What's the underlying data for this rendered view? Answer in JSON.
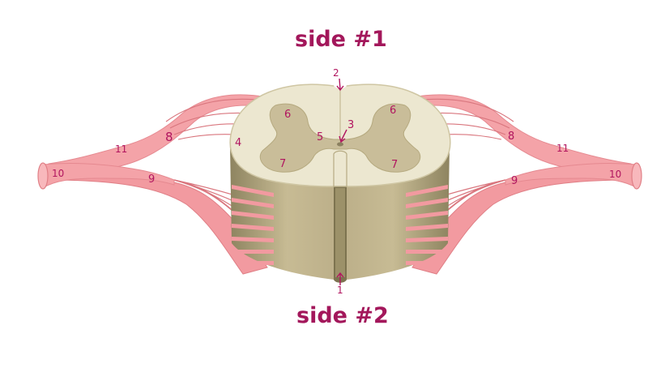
{
  "titles": {
    "top": "side #1",
    "bottom": "side #2"
  },
  "labels": {
    "l1": "1",
    "l2": "2",
    "l3": "3",
    "l4": "4",
    "l5": "5",
    "l6_left": "6",
    "l6_right": "6",
    "l7_left": "7",
    "l7_right": "7",
    "l8_left": "8",
    "l8_right": "8",
    "l9_left": "9",
    "l9_right": "9",
    "l10_left": "10",
    "l10_right": "10",
    "l11_left": "11",
    "l11_right": "11"
  },
  "colors": {
    "nerve": "#f4a3a8",
    "nerve_outline": "#e58990",
    "nerve_shadow": "#d97c83",
    "white_matter": "#ece7d0",
    "gray_matter": "#c9bd99",
    "cord_side": "#bfb38c",
    "cord_side_dark": "#968b63",
    "label": "#b1155f"
  }
}
